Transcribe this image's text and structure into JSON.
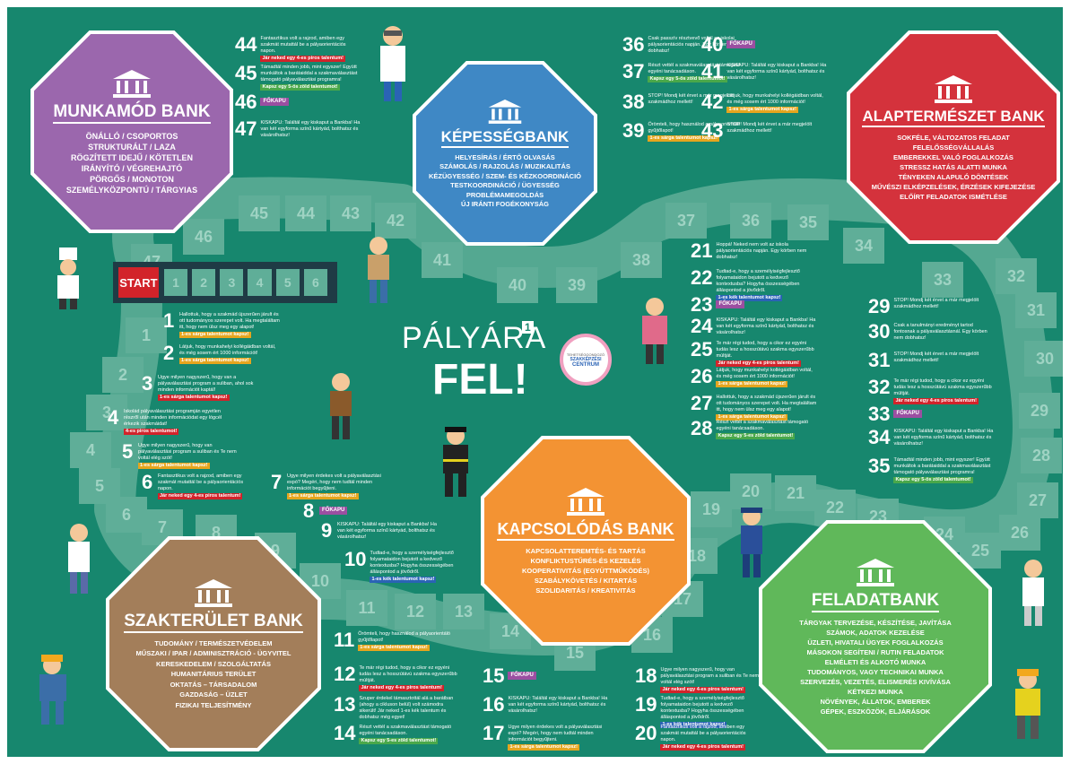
{
  "colors": {
    "board": "#17876e",
    "tile": "#5fae98",
    "munkamod": "#9b67ad",
    "kepesseg": "#3f88c5",
    "alap": "#d4323c",
    "szakterulet": "#a37e5a",
    "kapcsolodas": "#f39333",
    "feladat": "#60b85a"
  },
  "logo": {
    "main1": "PÁLYÁRA",
    "sup": "1",
    "main2": "FEL!",
    "centrum1": "TEHETSÉGGONDOZÓ",
    "centrum2": "SZAKKÉPZÉSI",
    "centrum3": "CENTRUM"
  },
  "banks": {
    "munkamod": {
      "title": "MUNKAMÓD BANK",
      "icon": "bank-icon",
      "items": [
        "ÖNÁLLÓ / CSOPORTOS",
        "STRUKTURÁLT / LAZA",
        "RÖGZÍTETT IDEJŰ / KÖTETLEN",
        "IRÁNYÍTÓ / VÉGREHAJTÓ",
        "PÖRGŐS / MONOTON",
        "SZEMÉLYKÖZPONTÚ / TÁRGYIAS"
      ]
    },
    "kepesseg": {
      "title": "KÉPESSÉGBANK",
      "icon": "bank-icon",
      "items": [
        "HELYESÍRÁS / ÉRTŐ OLVASÁS",
        "SZÁMOLÁS / RAJZOLÁS / MUZIKALITÁS",
        "KÉZÜGYESSÉG / SZEM- ÉS KÉZKOORDINÁCIÓ",
        "TESTKOORDINÁCIÓ / ÜGYESSÉG",
        "PROBLÉMAMEGOLDÁS",
        "ÚJ IRÁNTI FOGÉKONYSÁG"
      ]
    },
    "alap": {
      "title": "ALAPTERMÉSZET BANK",
      "icon": "bank-icon",
      "items": [
        "SOKFÉLE, VÁLTOZATOS FELADAT",
        "FELELŐSSÉGVÁLLALÁS",
        "EMBEREKKEL VALÓ FOGLALKOZÁS",
        "STRESSZ HATÁS ALATTI MUNKA",
        "TÉNYEKEN ALAPULÓ DÖNTÉSEK",
        "MŰVÉSZI ELKÉPZELÉSEK, ÉRZÉSEK KIFEJEZÉSE",
        "ELŐÍRT FELADATOK ISMÉTLÉSE"
      ]
    },
    "szakterulet": {
      "title": "SZAKTERÜLET BANK",
      "icon": "bank-icon",
      "items": [
        "TUDOMÁNY / TERMÉSZETVÉDELEM",
        "MŰSZAKI / IPAR / ADMINISZTRÁCIÓ - ÜGYVITEL",
        "KERESKEDELEM / SZOLGÁLTATÁS",
        "HUMANITÁRIUS TERÜLET",
        "OKTATÁS – TÁRSADALOM",
        "GAZDASÁG – ÜZLET",
        "FIZIKAI TELJESÍTMÉNY"
      ]
    },
    "kapcsolodas": {
      "title": "KAPCSOLÓDÁS BANK",
      "icon": "bank-icon",
      "items": [
        "KAPCSOLATTEREMTÉS- ÉS TARTÁS",
        "KONFLIKTUSTŰRÉS-ÉS KEZELÉS",
        "KOOPERATIVITÁS (EGYÜTTMŰKÖDÉS)",
        "SZABÁLYKÖVETÉS / KITARTÁS",
        "SZOLIDARITÁS / KREATIVITÁS"
      ]
    },
    "feladat": {
      "title": "FELADATBANK",
      "icon": "bank-icon",
      "items": [
        "TÁRGYAK TERVEZÉSE, KÉSZÍTÉSE, JAVÍTÁSA",
        "SZÁMOK, ADATOK KEZELÉSE",
        "ÜZLETI, HIVATALI ÜGYEK FOGLALKOZÁS",
        "MÁSOKON SEGÍTENI / RUTIN FELADATOK",
        "ELMÉLETI ÉS ALKOTÓ MUNKA",
        "TUDOMÁNYOS, VAGY TECHNIKAI MUNKA",
        "SZERVEZÉS, VEZETÉS, ELISMERÉS KIVÍVÁSA",
        "KÉTKEZI MUNKA",
        "NÖVÉNYEK, ÁLLATOK, EMBEREK",
        "GÉPEK, ESZKÖZÖK, ELJÁRÁSOK"
      ]
    }
  },
  "start": {
    "label": "START",
    "squares": [
      "1",
      "2",
      "3",
      "4",
      "5",
      "6"
    ]
  },
  "track": [
    "1",
    "2",
    "3",
    "4",
    "5",
    "6",
    "7",
    "8",
    "9",
    "10",
    "11",
    "12",
    "13",
    "14",
    "15",
    "16",
    "17",
    "18",
    "19",
    "20",
    "21",
    "22",
    "23",
    "24",
    "25",
    "26",
    "27",
    "28",
    "29",
    "30",
    "31",
    "32",
    "33",
    "34",
    "35",
    "36",
    "37",
    "38",
    "39",
    "40",
    "41",
    "42",
    "43",
    "44",
    "45",
    "46",
    "47"
  ],
  "fokapu": "FŐKAPU",
  "questions": [
    {
      "n": "1",
      "t": "Hallottuk, hogy a szakmád újszerűen járult és ott tudományos szerepet volt. Ha megtaláltam itt, hogy nem ülsz meg egy alapot!",
      "tag": "1-es sárga talentumot kapsz!",
      "c": "yel"
    },
    {
      "n": "2",
      "t": "Látjuk, hogy munkahelyi kollégáidban voltál, és még sosem ért 1000 információt!",
      "tag": "1-es sárga talentumot kapsz!",
      "c": "yel"
    },
    {
      "n": "3",
      "t": "Ugye milyen nagyszerű, hogy van a pályaválasztási program a suliban, ahol sok minden információt kaptál!",
      "tag": "1-es sárga talentumot kapsz!",
      "c": "red"
    },
    {
      "n": "4",
      "t": "Iskolád pályaválasztási programján egyetlen részről után minden információdat egy lógcél érkezik szakmáidat!",
      "tag": "4-es piros talentumot!",
      "c": "red"
    },
    {
      "n": "5",
      "t": "Ugye milyen nagyszerű, hogy van pályaválasztási program a suliban és Te nem voltál elég szót!",
      "tag": "1-es sárga talentumot kapsz!",
      "c": "yel"
    },
    {
      "n": "6",
      "t": "Fantasztikus volt a rajzod, amiben egy szakmát mutattál be a pályaorientációs napon.",
      "tag": "Jár neked egy 4-es piros talentum!",
      "c": "red"
    },
    {
      "n": "7",
      "t": "Ugye milyen érdekes volt a pályaválasztási expó? Megéri, hogy nem tudtál minden információt begyűjteni.",
      "tag": "1-es sárga talentumot kapsz!",
      "c": "yel"
    },
    {
      "n": "8",
      "t": "",
      "fokapu": true
    },
    {
      "n": "9",
      "t": "KISKAPU: Találtál egy kiskaput a Bankba! Ha van két egyforma színű kártyád, bolthatsz és vásárolhatsz!",
      "tag": "",
      "c": ""
    },
    {
      "n": "10",
      "t": "Tudtad-e, hogy a személyiségfejlesztő folyamataidon bejutott a kedvező kontextusba? Hogyha összességében álláspontod a jövődről.",
      "tag": "1-es kék talentumot kapsz!",
      "c": "blu"
    },
    {
      "n": "11",
      "t": "Örömteli, hogy használod a pályaorientáló gyűjtőlapot!",
      "tag": "1-es sárga talentumot kapsz!",
      "c": "yel"
    },
    {
      "n": "12",
      "t": "Te már régi tudod, hogy a cikor ez egyéni tudás lesz a hosszútávú szakma egyszerűbb múltját.",
      "tag": "Jár neked egy 4-es piros talentum!",
      "c": "red"
    },
    {
      "n": "13",
      "t": "Szuper érdekel támasztottál alá a barátban (ahogy a cikluson belül) volt számodra sikerült! Jár neked 1-es kék talentum és dobhatsz még egyet!",
      "tag": "",
      "c": "blu"
    },
    {
      "n": "14",
      "t": "Részt vettél a szakmaválasztást támogató egyéni tanácsadáson.",
      "tag": "Kapsz egy 5-es zöld talentumot!",
      "c": "grn"
    },
    {
      "n": "15",
      "t": "",
      "fokapu": true
    },
    {
      "n": "16",
      "t": "KISKAPU: Találtál egy kiskaput a Bankba! Ha van két egyforma színű kártyád, bolthatsz és vásárolhatsz!",
      "tag": "",
      "c": ""
    },
    {
      "n": "17",
      "t": "Ugye milyen érdekes volt a pályaválasztási expó? Megéri, hogy nem tudtál minden információt begyűjteni.",
      "tag": "1-es sárga talentumot kapsz!",
      "c": "yel"
    },
    {
      "n": "18",
      "t": "Ugye milyen nagyszerű, hogy van pályaválasztási program a suliban és Te nem voltál elég szót!",
      "tag": "Jár neked egy 4-es piros talentum!",
      "c": "red"
    },
    {
      "n": "19",
      "t": "Tudtad-e, hogy a személyiségfejlesztő folyamataidon bejutott a kedvező kontextusba? Hogyha összességében álláspontod a jövődről.",
      "tag": "1-es kék talentumot kapsz!",
      "c": "blu"
    },
    {
      "n": "20",
      "t": "Fantasztikus volt a rajzod, amiben egy szakmát mutattál be a pályaorientációs napon.",
      "tag": "Jár neked egy 4-es piros talentum!",
      "c": "red"
    },
    {
      "n": "21",
      "t": "Hoppá! Neked nem volt az iskola pályaorientációs napján. Egy körben nem dobhatsz!",
      "tag": "",
      "c": ""
    },
    {
      "n": "22",
      "t": "Tudtad-e, hogy a személyiségfejlesztő folyamataidon bejutott a kedvező kontextusba? Hogyha összességében álláspontod a jövődről.",
      "tag": "1-es kék talentumot kapsz!",
      "c": "blu"
    },
    {
      "n": "23",
      "t": "",
      "fokapu": true
    },
    {
      "n": "24",
      "t": "KISKAPU: Találtál egy kiskaput a Bankba! Ha van két egyforma színű kártyád, bolthatsz és vásárolhatsz!",
      "tag": "",
      "c": ""
    },
    {
      "n": "25",
      "t": "Te már régi tudod, hogy a cikor ez egyéni tudás lesz a hosszútávú szakma egyszerűbb múltját.",
      "tag": "Jár neked egy 4-es piros talentum!",
      "c": "red"
    },
    {
      "n": "26",
      "t": "Látjuk, hogy munkahelyi kollégáidban voltál, és még sosem ért 1000 információt!",
      "tag": "1-es sárga talentumot kapsz!",
      "c": "yel"
    },
    {
      "n": "27",
      "t": "Hallottuk, hogy a szakmád újszerűen járult és ott tudományos szerepet volt. Ha megtaláltam itt, hogy nem ülsz meg egy alapot!",
      "tag": "1-es sárga talentumot kapsz!",
      "c": "yel"
    },
    {
      "n": "28",
      "t": "Részt vettél a szakmaválasztást támogató egyéni tanácsadáson.",
      "tag": "Kapsz egy 5-es zöld talentumot!",
      "c": "grn"
    },
    {
      "n": "29",
      "t": "STOP! Mondj két érvet a már megjelölt szakmádhoz mellett!",
      "tag": "",
      "c": ""
    },
    {
      "n": "30",
      "t": "Csak a tanulmányi eredményt tartod fontosnak a pályaválasztásnál. Egy körben nem dobhatsz!",
      "tag": "",
      "c": ""
    },
    {
      "n": "31",
      "t": "STOP! Mondj két érvet a már megjelölt szakmádhoz mellett!",
      "tag": "",
      "c": ""
    },
    {
      "n": "32",
      "t": "Te már régi tudod, hogy a cikor ez egyéni tudás lesz a hosszútávú szakma egyszerűbb múltját.",
      "tag": "Jár neked egy 4-es piros talentum!",
      "c": "red"
    },
    {
      "n": "33",
      "t": "",
      "fokapu": true
    },
    {
      "n": "34",
      "t": "KISKAPU: Találtál egy kiskaput a Bankba! Ha van két egyforma színű kártyád, bolthatsz és vásárolhatsz!",
      "tag": "",
      "c": ""
    },
    {
      "n": "35",
      "t": "Támadtál minden jobb, mint egyszer! Együtt munkáltok a barátaiddal a szakmaválasztást támogató pályaválasztási programra!",
      "tag": "Kapsz egy 5-ös zöld talentumot!",
      "c": "grn"
    },
    {
      "n": "36",
      "t": "Csak passzív résztvevő voltál az iskolai pályaorientációs napján. Egy körben nem dobhatsz!",
      "tag": "",
      "c": ""
    },
    {
      "n": "37",
      "t": "Részt vettél a szakmaválasztást támogató egyéni tanácsadáson.",
      "tag": "Kapsz egy 5-ös zöld talentumot!",
      "c": "grn"
    },
    {
      "n": "38",
      "t": "STOP! Mondj két érvet a már megjelölt szakmádhoz mellett!",
      "tag": "",
      "c": ""
    },
    {
      "n": "39",
      "t": "Örömteli, hogy használod a pályaorientáló gyűjtőlapot!",
      "tag": "1-es sárga talentumot kapsz!",
      "c": "yel"
    },
    {
      "n": "40",
      "t": "",
      "fokapu": true
    },
    {
      "n": "41",
      "t": "KISKAPU: Találtál egy kiskaput a Bankba! Ha van két egyforma színű kártyád, bolthatsz és vásárolhatsz!",
      "tag": "",
      "c": ""
    },
    {
      "n": "42",
      "t": "Látjuk, hogy munkahelyi kollégáidban voltál, és még sosem ért 1000 információt!",
      "tag": "1-es sárga talentumot kapsz!",
      "c": "yel"
    },
    {
      "n": "43",
      "t": "STOP! Mondj két érvet a már megjelölt szakmádhoz mellett!",
      "tag": "",
      "c": ""
    },
    {
      "n": "44",
      "t": "Fantasztikus volt a rajzod, amiben egy szakmát mutattál be a pályaorientációs napon.",
      "tag": "Jár neked egy 4-es piros talentum!",
      "c": "red"
    },
    {
      "n": "45",
      "t": "Támadtál minden jobb, mint egyszer! Együtt munkáltok a barátaiddal a szakmaválasztást támogató pályaválasztási programra!",
      "tag": "Kapsz egy 5-ös zöld talentumot!",
      "c": "grn"
    },
    {
      "n": "46",
      "t": "",
      "fokapu": true
    },
    {
      "n": "47",
      "t": "KISKAPU: Találtál egy kiskaput a Bankba! Ha van két egyforma színű kártyád, bolthatsz és vásárolhatsz!",
      "tag": "",
      "c": ""
    }
  ]
}
